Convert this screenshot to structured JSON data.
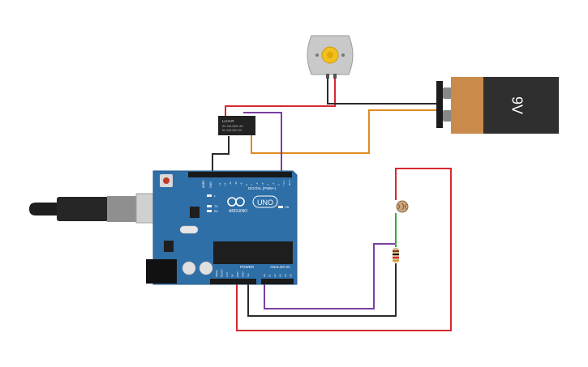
{
  "colors": {
    "board": "#2f6fa8",
    "board_dark": "#255b8c",
    "wire_red": "#d7282f",
    "wire_black": "#2b2b2b",
    "wire_purple": "#7b3fa0",
    "wire_orange": "#e08a1e",
    "wire_green": "#3ca63c",
    "battery_body": "#2f2f2f",
    "battery_label": "#c98a4b",
    "relay_body": "#222222",
    "motor_body": "#c9c9c9",
    "motor_shaft": "#f2c01e"
  },
  "battery": {
    "label": "9V"
  },
  "relay": {
    "line1": "LU-5-R",
    "line2": "5V 10A 250V AC",
    "line3": "5V 10A 30V DC"
  },
  "arduino": {
    "brand_text": "ARDUINO",
    "model_text": "UNO",
    "digital_label": "DIGITAL (PWM~)",
    "power_label": "POWER",
    "analog_label": "ANALOG IN",
    "aref_label": "AREF",
    "gnd_label": "GND",
    "on_label": "ON",
    "tx_label": "TX",
    "rx_label": "RX",
    "l_label": "L",
    "digital_pins": [
      "13",
      "12",
      "~11",
      "~10",
      "~9",
      "8",
      "7",
      "~6",
      "~5",
      "4",
      "~3",
      "2",
      "TX 1",
      "RX 0"
    ],
    "power_pins": [
      "IOREF",
      "RESET",
      "3.3V",
      "5V",
      "GND",
      "GND",
      "Vin"
    ],
    "analog_pins": [
      "A0",
      "A1",
      "A2",
      "A3",
      "A4",
      "A5"
    ]
  },
  "icons": [
    "usb-cable-icon",
    "dc-motor-icon",
    "photoresistor-icon",
    "resistor-icon"
  ]
}
